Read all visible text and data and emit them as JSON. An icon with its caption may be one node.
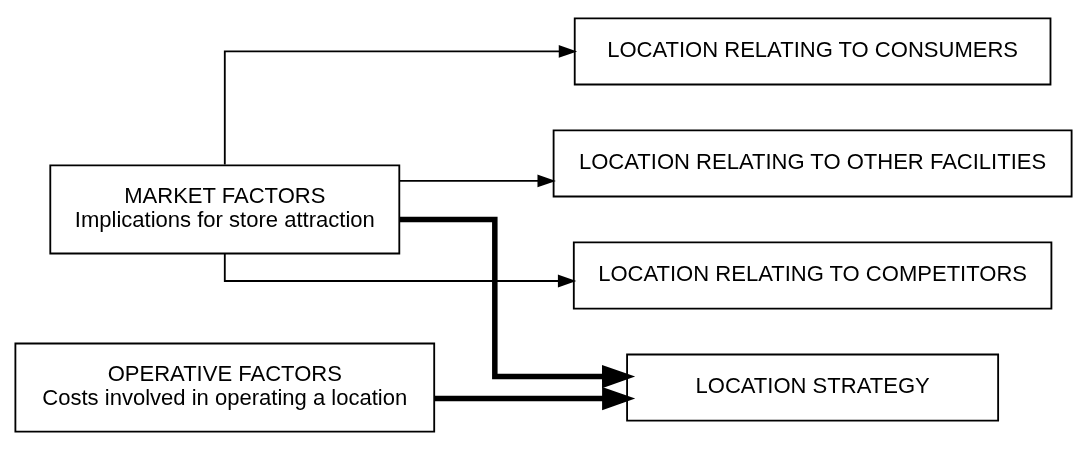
{
  "diagram": {
    "nodes": [
      {
        "text": [
          "MARKET FACTORS",
          "Implications for store attraction"
        ]
      },
      {
        "text": [
          "LOCATION RELATING TO CONSUMERS"
        ]
      },
      {
        "text": [
          "LOCATION RELATING TO OTHER FACILITIES"
        ]
      },
      {
        "text": [
          "LOCATION RELATING TO COMPETITORS"
        ]
      },
      {
        "text": [
          "LOCATION STRATEGY"
        ]
      },
      {
        "text": [
          "OPERATIVE FACTORS",
          "Costs involved in operating a location"
        ]
      }
    ],
    "edges": [
      {
        "from": 0,
        "to": 1,
        "arrow": "to"
      },
      {
        "from": 0,
        "to": 2,
        "arrow": "to"
      },
      {
        "from": 0,
        "to": 3,
        "arrow": "to"
      },
      {
        "from": 0,
        "to": 4,
        "arrow": "to",
        "style": "thick"
      },
      {
        "from": 5,
        "to": 4,
        "arrow": "to",
        "style": "thick"
      }
    ]
  }
}
